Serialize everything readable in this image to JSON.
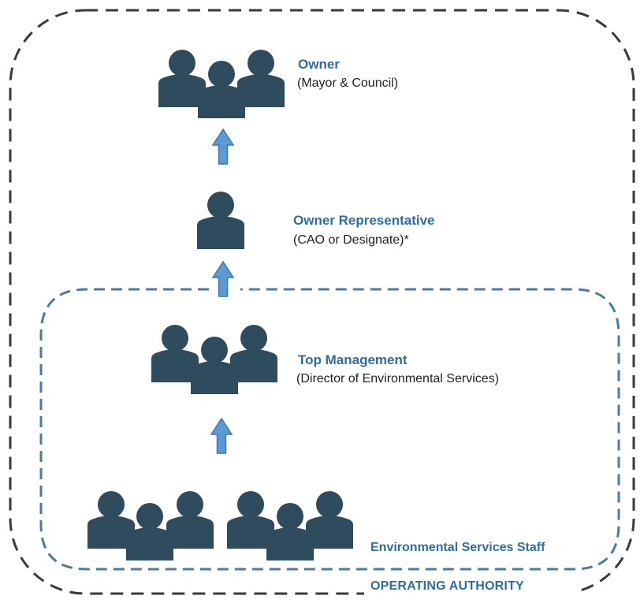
{
  "roles": {
    "owner": {
      "title": "Owner",
      "subtitle": "(Mayor & Council)"
    },
    "owner_rep": {
      "title": "Owner Representative",
      "subtitle": "(CAO or Designate)*"
    },
    "top_management": {
      "title": "Top Management",
      "subtitle": "(Director of Environmental Services)"
    },
    "staff": {
      "title": "Environmental Services Staff"
    }
  },
  "boundary": {
    "operating_authority": "OPERATING AUTHORITY"
  },
  "icons": {
    "person_group": "people-group-icon",
    "person": "person-icon",
    "arrow": "arrow-up-icon"
  },
  "colors": {
    "person_fill": "#2f4b5e",
    "arrow_fill": "#5b9bd5",
    "arrow_stroke": "#3f76ae",
    "title_text": "#2e6da4",
    "outer_border": "#3a3a3a",
    "inner_border": "#4a7ba6"
  }
}
